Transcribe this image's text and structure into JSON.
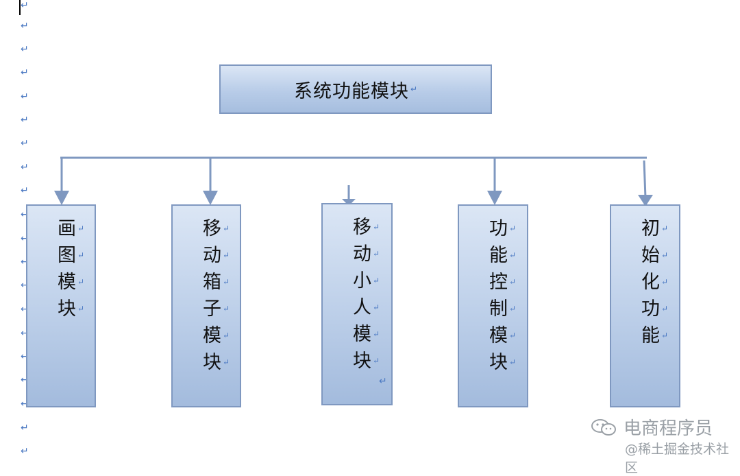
{
  "diagram": {
    "root": {
      "label": "系统功能模块"
    },
    "children": [
      {
        "chars": [
          "画",
          "图",
          "模",
          "块"
        ]
      },
      {
        "chars": [
          "移",
          "动",
          "箱",
          "子",
          "模",
          "块"
        ]
      },
      {
        "chars": [
          "移",
          "动",
          "小",
          "人",
          "模",
          "块"
        ]
      },
      {
        "chars": [
          "功",
          "能",
          "控",
          "制",
          "模",
          "块"
        ]
      },
      {
        "chars": [
          "初",
          "始",
          "化",
          "功",
          "能"
        ]
      }
    ]
  },
  "paragraph_mark": "↵",
  "watermark": {
    "channel": "电商程序员",
    "site": "@稀土掘金技术社区",
    "icon": "wechat-icon"
  },
  "colors": {
    "box_border": "#7f98c0",
    "box_fill_top": "#dbe6f5",
    "box_fill_bottom": "#a3bbdd",
    "connector": "#7f98c0",
    "paragraph_mark": "#4a78c2",
    "watermark": "#9aa0a6"
  }
}
